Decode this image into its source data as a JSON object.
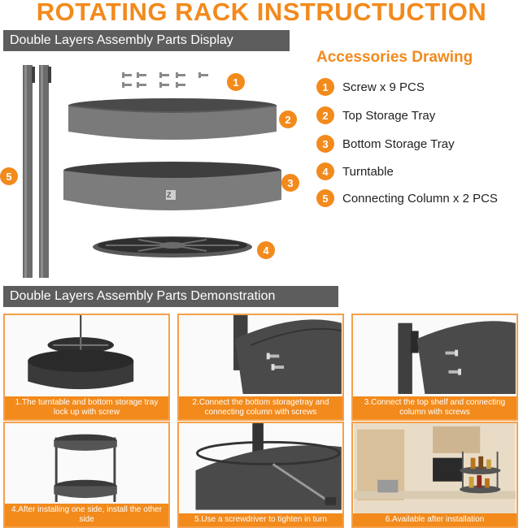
{
  "title": "ROTATING RACK INSTRUCTUCTION",
  "sections": {
    "parts_display": "Double Layers Assembly Parts Display",
    "demonstration": "Double Layers Assembly Parts Demonstration"
  },
  "accessories": {
    "title": "Accessories Drawing",
    "items": [
      {
        "num": "1",
        "label": "Screw x 9 PCS"
      },
      {
        "num": "2",
        "label": "Top Storage Tray"
      },
      {
        "num": "3",
        "label": "Bottom Storage Tray"
      },
      {
        "num": "4",
        "label": "Turntable"
      },
      {
        "num": "5",
        "label": "Connecting Column x 2 PCS"
      }
    ]
  },
  "markers": [
    "1",
    "2",
    "3",
    "4",
    "5"
  ],
  "tray_logo": "Z",
  "steps": [
    {
      "caption": "1.The turntable and bottom storage tray lock up with screw"
    },
    {
      "caption": "2.Connect the bottom storagetray and connecting column with screws"
    },
    {
      "caption": "3.Connect the top shelf and connecting column with screws"
    },
    {
      "caption": "4.After installing one side, install the other side"
    },
    {
      "caption": "5.Use a screwdriver to tighten in turn"
    },
    {
      "caption": "6.Available after installation"
    }
  ],
  "colors": {
    "accent": "#f28a1c",
    "banner": "#5d5d5d",
    "panel_border": "#f5a04b"
  }
}
